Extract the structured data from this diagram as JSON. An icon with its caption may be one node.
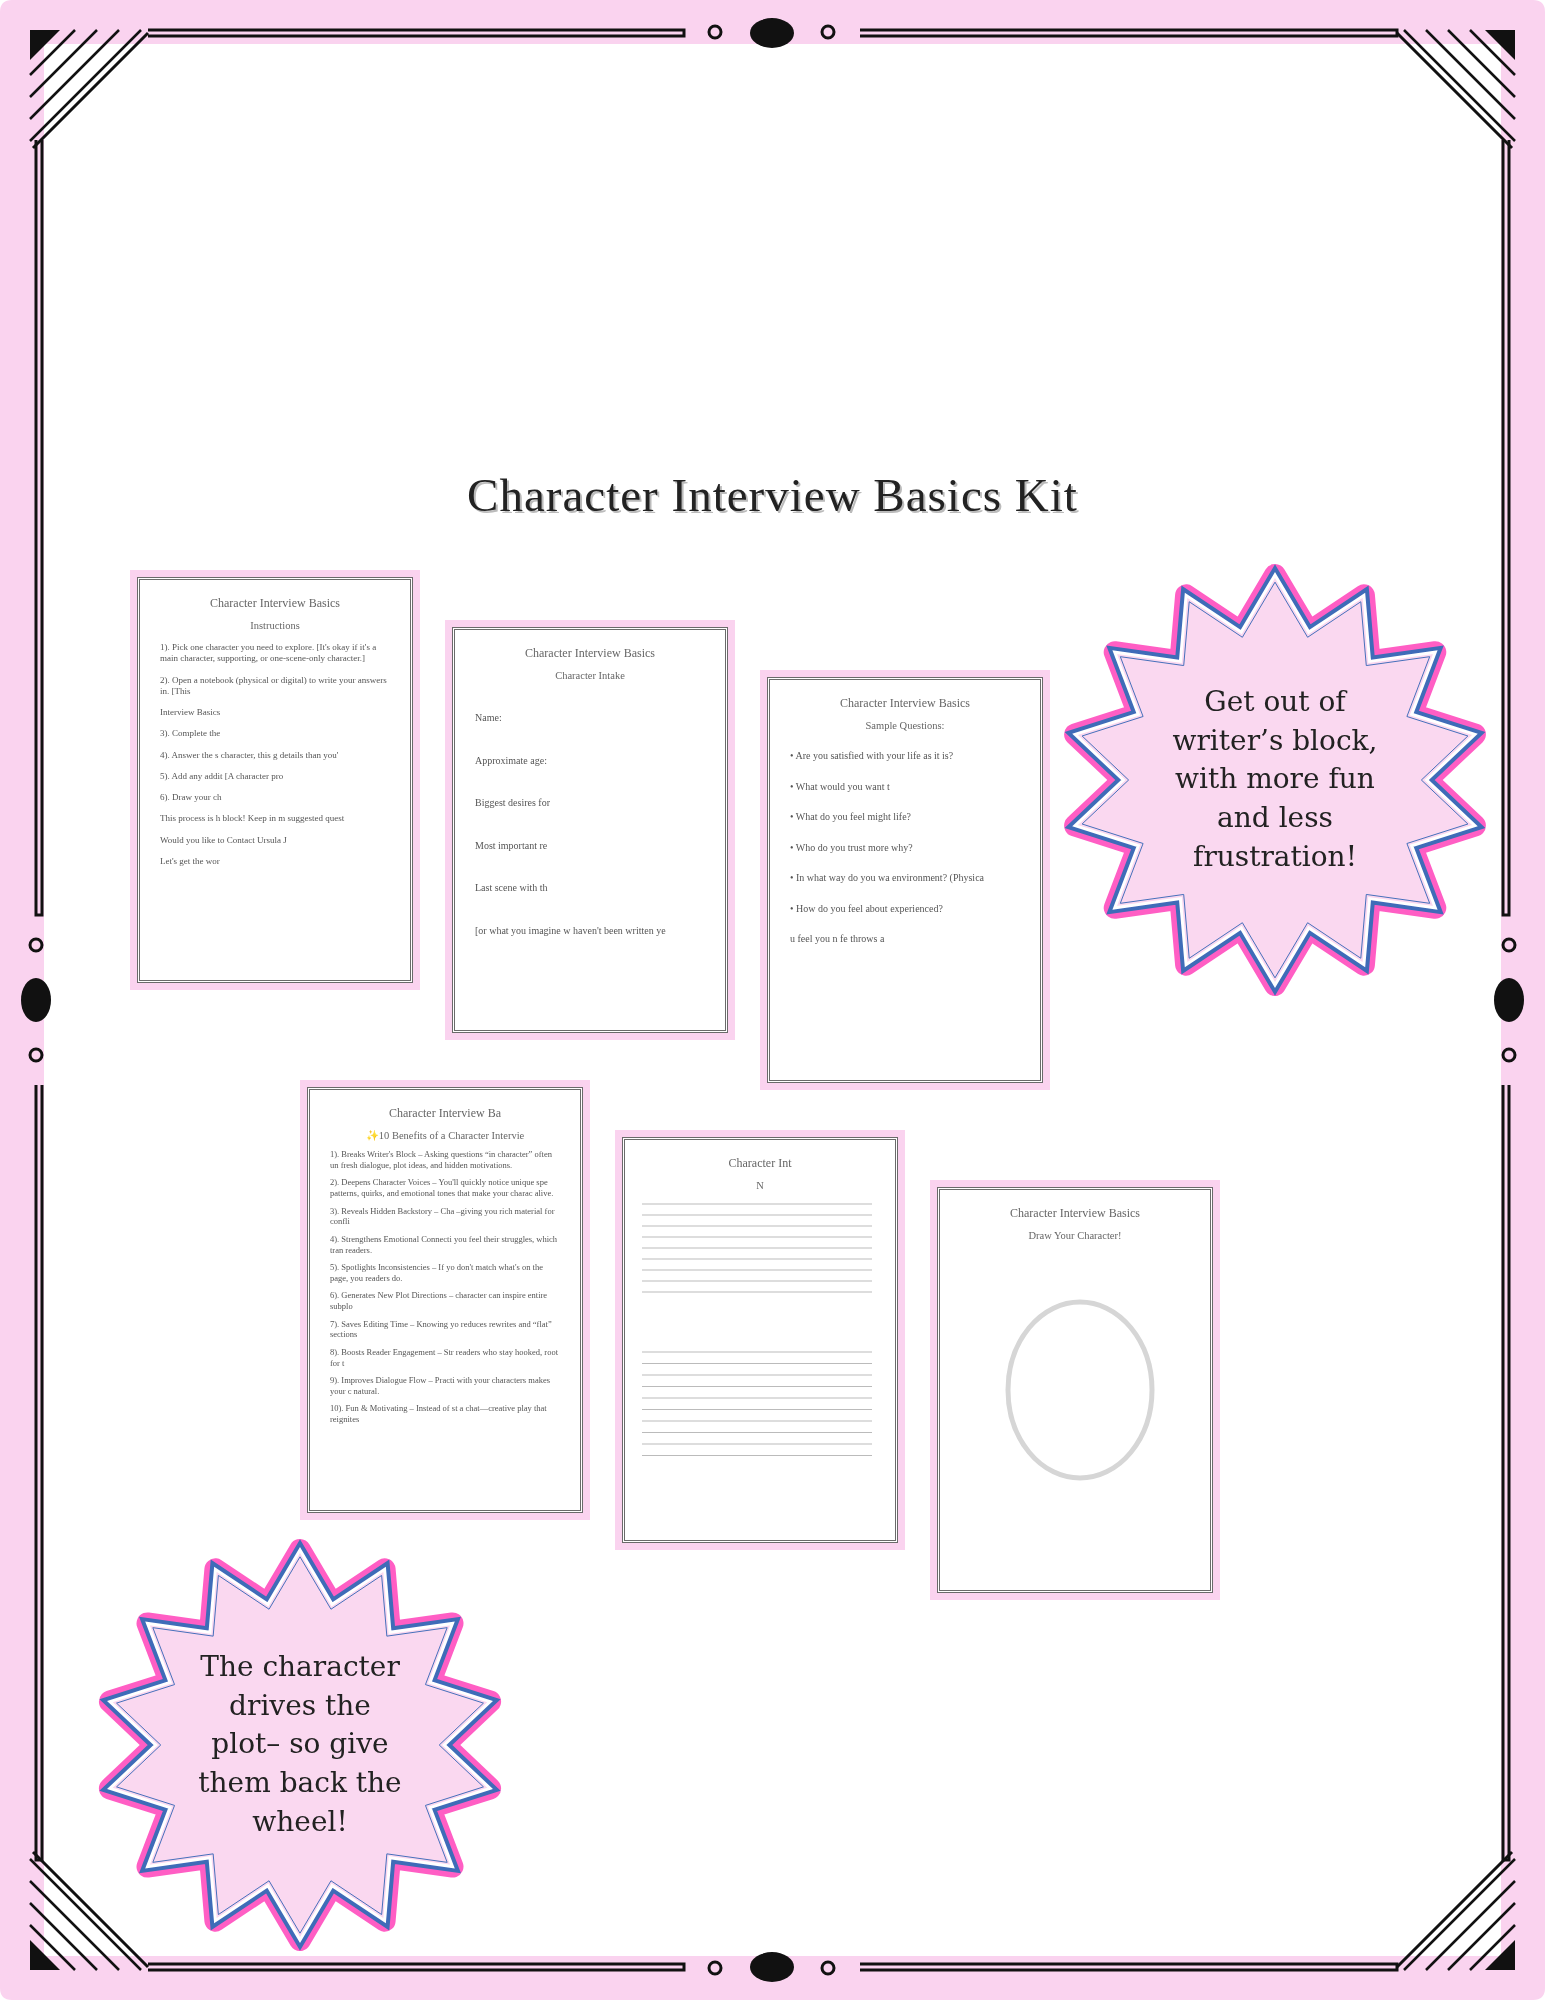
{
  "diagram": {
    "title": "Character Interview Basics Kit",
    "nodes": [
      {
        "text": [
          "Character Interview Basics",
          "Instructions",
          "1). Pick one character you need to explore. [It's okay if it's a main character, supporting, or one-scene-only character.]",
          "2). Open a notebook (physical or digital) to write your answers in. [This",
          "Interview Basics",
          "3). Complete the",
          "4). Answer the s character, this g details than you'",
          "5). Add any addit [A character pro",
          "6). Draw your ch",
          "This process is h block! Keep in m suggested quest",
          "Would you like to Contact Ursula J",
          "Let's get the wor"
        ]
      },
      {
        "text": [
          "Character Interview Basics",
          "Character Intake",
          "Name:",
          "Approximate age:",
          "Biggest desires for",
          "Most important re",
          "Last scene with th",
          "[or what you imagine w haven't been written ye"
        ]
      },
      {
        "text": [
          "Character Interview Basics",
          "Sample Questions:",
          "• Are you satisfied with your life as it is?",
          "• What would you want t",
          "• What do you feel might life?",
          "• Who do you trust more why?",
          "• In what way do you wa environment? (Physica",
          "• How do you feel about experienced?",
          "u feel you n fe throws a"
        ]
      },
      {
        "text": [
          "Character Interview Ba",
          "✨10 Benefits of a Character Intervie",
          "1). Breaks Writer's Block – Asking questions “in character” often un fresh dialogue, plot ideas, and hidden motivations.",
          "2). Deepens Character Voices – You'll quickly notice unique spe patterns, quirks, and emotional tones that make your charac alive.",
          "3). Reveals Hidden Backstory – Cha –giving you rich material for confli",
          "4). Strengthens Emotional Connecti you feel their struggles, which tran readers.",
          "5). Spotlights Inconsistencies – If yo don't match what's on the page, you readers do.",
          "6). Generates New Plot Directions – character can inspire entire subplo",
          "7). Saves Editing Time – Knowing yo reduces rewrites and “flat” sections",
          "8). Boosts Reader Engagement – Str readers who stay hooked, root for t",
          "9). Improves Dialogue Flow – Practi with your characters makes your c natural.",
          "10). Fun & Motivating – Instead of st a chat—creative play that reignites"
        ]
      },
      {
        "text": [
          "Character Int",
          "N"
        ]
      },
      {
        "text": [
          "Character Interview Basics",
          "Draw Your Character!"
        ]
      },
      {
        "text": [
          "Get out of writer’s block, with more fun and less frustration!"
        ]
      },
      {
        "text": [
          "The character drives the plot– so give them back the wheel!"
        ]
      }
    ]
  }
}
